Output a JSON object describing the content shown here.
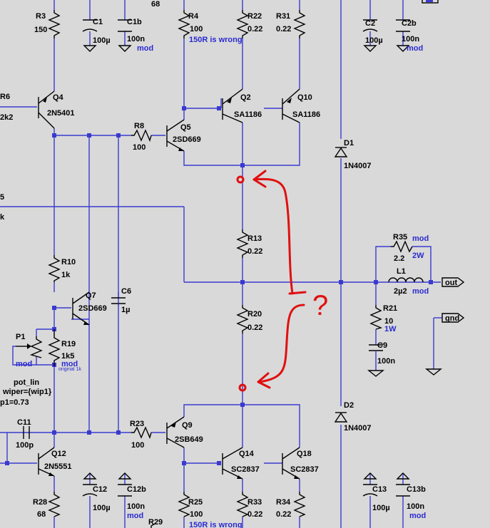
{
  "components": {
    "R3": {
      "ref": "R3",
      "value": "150"
    },
    "C1": {
      "ref": "C1",
      "value": "100µ"
    },
    "C1b": {
      "ref": "C1b",
      "value": "100n",
      "note": "mod"
    },
    "R4": {
      "ref": "R4",
      "value": "100",
      "note": "150R is wrong"
    },
    "R22": {
      "ref": "R22",
      "value": "0.22"
    },
    "R31": {
      "ref": "R31",
      "value": "0.22"
    },
    "C2": {
      "ref": "C2",
      "value": "100µ"
    },
    "C2b": {
      "ref": "C2b",
      "value": "100n",
      "note": "mod"
    },
    "R6": {
      "ref": "R6",
      "value": "2k2"
    },
    "Q4": {
      "ref": "Q4",
      "value": "2N5401"
    },
    "Q2": {
      "ref": "Q2",
      "value": "SA1186"
    },
    "Q10": {
      "ref": "Q10",
      "value": "SA1186"
    },
    "Q5": {
      "ref": "Q5",
      "value": "2SD669"
    },
    "R8": {
      "ref": "R8",
      "value": "100"
    },
    "D1": {
      "ref": "D1",
      "value": "1N4007"
    },
    "R5": {
      "ref": "5",
      "value": "k"
    },
    "R13": {
      "ref": "R13",
      "value": "0.22"
    },
    "R35": {
      "ref": "R35",
      "value": "2.2",
      "note": "mod",
      "note2": "2W"
    },
    "R10": {
      "ref": "R10",
      "value": "1k"
    },
    "C6": {
      "ref": "C6",
      "value": "1µ"
    },
    "Q7": {
      "ref": "Q7",
      "value": "2SD669"
    },
    "L1": {
      "ref": "L1",
      "value": "2µ2",
      "note": "mod"
    },
    "R20": {
      "ref": "R20",
      "value": "0.22"
    },
    "R21": {
      "ref": "R21",
      "value": "10",
      "note": "1W"
    },
    "P1": {
      "ref": "P1",
      "note": "mod",
      "model": "pot_lin",
      "wiper": "wiper={wip1}",
      "param": "p1=0.73"
    },
    "R19": {
      "ref": "R19",
      "value": "1k5",
      "note": "mod",
      "note2": "original 1k"
    },
    "C9": {
      "ref": "C9",
      "value": "100n"
    },
    "D2": {
      "ref": "D2",
      "value": "1N4007"
    },
    "C11": {
      "ref": "C11",
      "value": "100p"
    },
    "R23": {
      "ref": "R23",
      "value": "100"
    },
    "Q9": {
      "ref": "Q9",
      "value": "2SB649"
    },
    "Q12": {
      "ref": "Q12",
      "value": "2N5551"
    },
    "Q14": {
      "ref": "Q14",
      "value": "SC2837"
    },
    "Q18": {
      "ref": "Q18",
      "value": "SC2837"
    },
    "R28": {
      "ref": "R28",
      "value": "68"
    },
    "C12": {
      "ref": "C12",
      "value": "100µ"
    },
    "C12b": {
      "ref": "C12b",
      "value": "100n",
      "note": "mod"
    },
    "R29": {
      "ref": "R29"
    },
    "R25": {
      "ref": "R25",
      "value": "100",
      "note": "150R is wrong"
    },
    "R33": {
      "ref": "R33",
      "value": "0.22"
    },
    "R34": {
      "ref": "R34",
      "value": "0.22"
    },
    "C13": {
      "ref": "C13",
      "value": "100µ"
    },
    "C13b": {
      "ref": "C13b",
      "value": "100n",
      "note": "mod"
    },
    "top_partial": {
      "value": "68"
    }
  },
  "ports": {
    "out": "out",
    "gnd": "gnd"
  },
  "annotation": {
    "mark": "?"
  },
  "colors": {
    "background": "#d9d9d9",
    "wire": "#3a3ad0",
    "symbol": "#000000",
    "annotation": "#e01010"
  }
}
